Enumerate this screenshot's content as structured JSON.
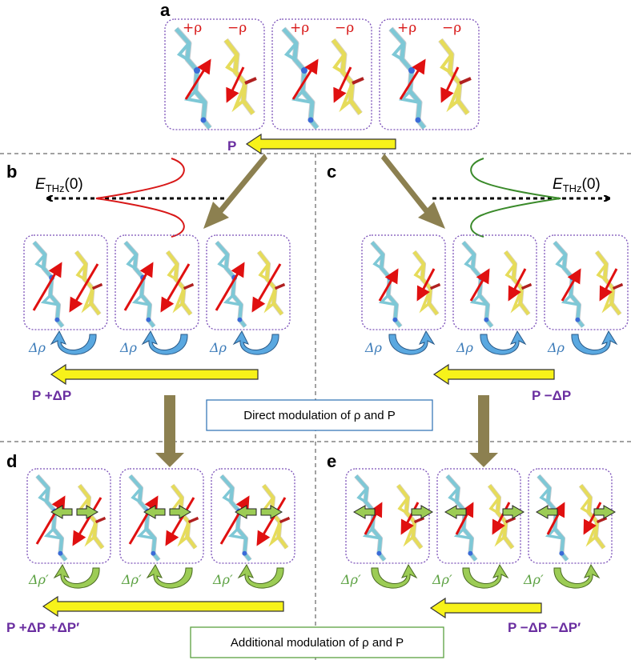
{
  "panels": {
    "a": "a",
    "b": "b",
    "c": "c",
    "d": "d",
    "e": "e"
  },
  "panel_a": {
    "plus_rho": "+ρ",
    "minus_rho": "−ρ",
    "polarization": "P"
  },
  "panel_b": {
    "field_E": "E",
    "field_sub": "THz",
    "field_arg": "(0)",
    "delta": "Δρ",
    "polarization": "P +ΔP"
  },
  "panel_c": {
    "field_E": "E",
    "field_sub": "THz",
    "field_arg": "(0)",
    "delta": "Δρ",
    "polarization": "P −ΔP"
  },
  "panel_d": {
    "delta": "Δρ′",
    "polarization": "P +ΔP +ΔP′"
  },
  "panel_e": {
    "delta": "Δρ′",
    "polarization": "P −ΔP −ΔP′"
  },
  "boxes": {
    "direct": "Direct modulation of ρ and P",
    "additional": "Additional modulation of ρ and P"
  },
  "colors": {
    "molecule_cyan": "#7ec8d6",
    "molecule_yellow": "#e6dc5a",
    "dipole_red": "#e01010",
    "pol_arrow_yellow": "#f7f21a",
    "big_arrow_olive": "#8c8050",
    "blue_curl": "#5aa8e0",
    "green_curl": "#9ccc55",
    "pulse_red": "#d81818",
    "pulse_green": "#3a8a2a",
    "cell_border": "#7a4fb8",
    "text_purple": "#6a2ea0",
    "text_blue": "#3a7ab8",
    "text_green": "#5aa040"
  }
}
